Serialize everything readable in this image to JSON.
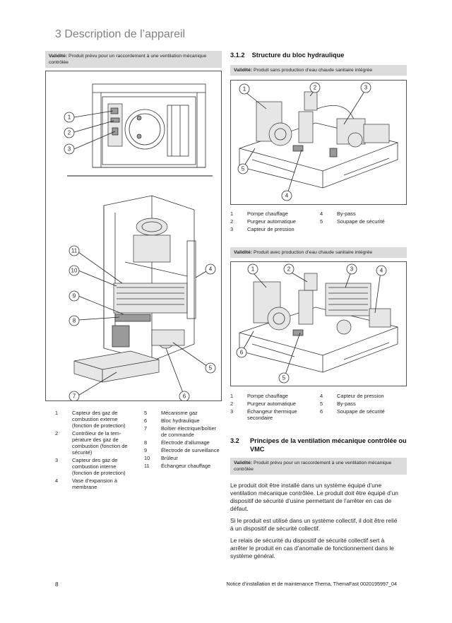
{
  "chapter_title": "3 Description de l’appareil",
  "left_validity": {
    "label": "Validité:",
    "text": "Produit prévu pour un raccordement à une ventilation mécanique contrôlée"
  },
  "fig_top_left": {
    "callouts": [
      "1",
      "2",
      "3"
    ]
  },
  "fig_main_left": {
    "callouts": [
      "11",
      "10",
      "9",
      "8",
      "7",
      "6",
      "5",
      "4"
    ]
  },
  "left_legend": [
    {
      "n": "1",
      "t": "Capteur des gaz de combustion externe (fonction de protection)"
    },
    {
      "n": "2",
      "t": "Contrôleur de la tem-pérature des gaz de combustion (fonction de sécurité)"
    },
    {
      "n": "3",
      "t": "Capteur des gaz de combustion interne (fonction de protection)"
    },
    {
      "n": "4",
      "t": "Vase d’expansion à membrane"
    },
    {
      "n": "5",
      "t": "Mécanisme gaz"
    },
    {
      "n": "6",
      "t": "Bloc hydraulique"
    },
    {
      "n": "7",
      "t": "Boîtier électrique/boîtier de commande"
    },
    {
      "n": "8",
      "t": "Électrode d'allumage"
    },
    {
      "n": "9",
      "t": "Électrode de surveillance"
    },
    {
      "n": "10",
      "t": "Brûleur"
    },
    {
      "n": "11",
      "t": "Échangeur chauffage"
    }
  ],
  "section_312": {
    "number": "3.1.2",
    "title": "Structure du bloc hydraulique",
    "validity1": {
      "label": "Validité:",
      "text": "Produit sans production d’eau chaude sanitaire intégrée"
    },
    "fig1_callouts": [
      "1",
      "2",
      "3",
      "4",
      "5"
    ],
    "legend1": [
      {
        "n": "1",
        "t": "Pompe chauffage"
      },
      {
        "n": "2",
        "t": "Purgeur automatique"
      },
      {
        "n": "3",
        "t": "Capteur de pression"
      },
      {
        "n": "4",
        "t": "By-pass"
      },
      {
        "n": "5",
        "t": "Soupape de sécurité"
      }
    ],
    "validity2": {
      "label": "Validité:",
      "text": "Produit avec production d’eau chaude sanitaire intégrée"
    },
    "fig2_callouts": [
      "1",
      "2",
      "3",
      "4",
      "5",
      "6"
    ],
    "legend2": [
      {
        "n": "1",
        "t": "Pompe chauffage"
      },
      {
        "n": "2",
        "t": "Purgeur automatique"
      },
      {
        "n": "3",
        "t": "Échangeur thermique secondaire"
      },
      {
        "n": "4",
        "t": "Capteur de pression"
      },
      {
        "n": "5",
        "t": "By-pass"
      },
      {
        "n": "6",
        "t": "Soupape de sécurité"
      }
    ]
  },
  "section_32": {
    "number": "3.2",
    "title": "Principes de la ventilation mécanique contrôlée ou VMC",
    "validity": {
      "label": "Validité:",
      "text": "Produit prévu pour un raccordement à une ventilation mécanique contrôlée"
    },
    "paragraphs": [
      "Le produit doit être installé dans un système équipé d’une ventilation mécanique contrôlée. Le produit doit être équipé d’un dispositif de sécurité d’usine permettant de l’arrêter en cas de défaut.",
      "Si le produit est utilisé dans un système collectif, il doit être relié à un dispositif de sécurité collectif.",
      "Le relais de sécurité du dispositif de sécurité collectif sert à arrêter le produit en cas d’anomalie de fonctionnement dans le système général."
    ]
  },
  "footer": {
    "page_number": "8",
    "doc": "Notice d’installation et de maintenance Thema, ThemaFast 0020195997_04"
  }
}
